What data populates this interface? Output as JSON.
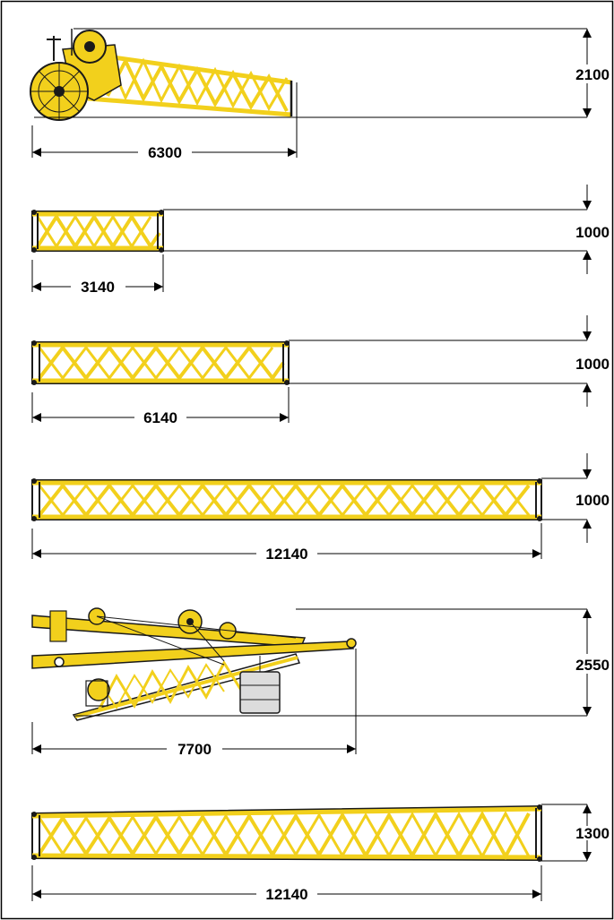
{
  "colors": {
    "lattice": "#f2d01c",
    "lattice_dark": "#b89500",
    "outline": "#1a1a1a",
    "dim_line": "#000000",
    "frame": "#000000",
    "counterweight": "#dcdcdc"
  },
  "sections": [
    {
      "id": "boom-head",
      "length_label": "6300",
      "height_label": "2100"
    },
    {
      "id": "lattice-3140",
      "length_label": "3140",
      "height_label": "1000"
    },
    {
      "id": "lattice-6140",
      "length_label": "6140",
      "height_label": "1000"
    },
    {
      "id": "lattice-12140",
      "length_label": "12140",
      "height_label": "1000"
    },
    {
      "id": "a-frame-mast",
      "length_label": "7700",
      "height_label": "2550"
    },
    {
      "id": "lattice-12140-taper",
      "length_label": "12140",
      "height_label": "1300"
    }
  ]
}
